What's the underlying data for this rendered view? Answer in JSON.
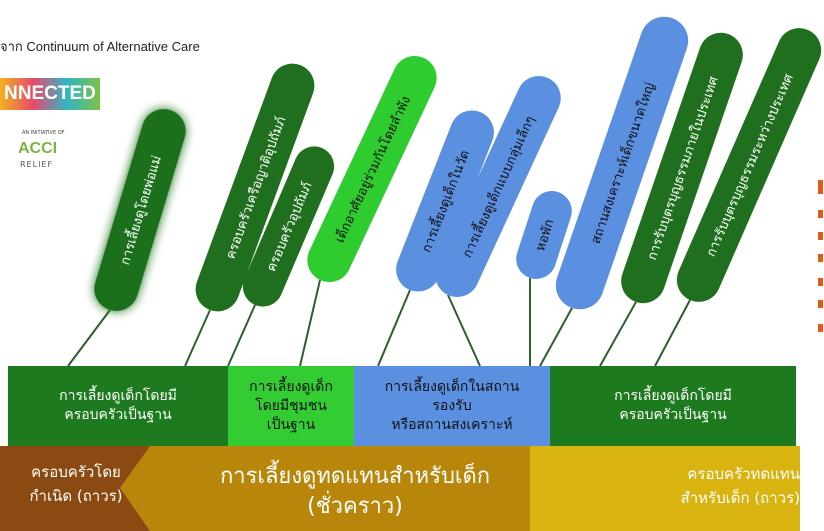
{
  "source_text": "จาก Continuum of Alternative Care",
  "logo": {
    "word": "NNECTED",
    "initiative": "AN INITIATIVE OF",
    "brand": "ACCI",
    "relief": "RELIEF"
  },
  "leaves": [
    {
      "label": "การเลี้ยงดูโดยพ่อแม่",
      "color": "#1f6f1f"
    },
    {
      "label": "ครอบครัวเครือญาติอุปถัมภ์",
      "color": "#1f6f1f"
    },
    {
      "label": "ครอบครัวอุปถัมภ์",
      "color": "#1f6f1f"
    },
    {
      "label": "เด็กอาศัยอยู่ร่วมกันโดยลำพัง",
      "color": "#2ecc2e"
    },
    {
      "label": "การเลี้ยงดูเด็กในวัด",
      "color": "#5b8fe0"
    },
    {
      "label": "การเลี้ยงดูเด็กแบบกลุ่มเล็กๆ",
      "color": "#5b8fe0"
    },
    {
      "label": "หอพัก",
      "color": "#5b8fe0"
    },
    {
      "label": "สถานสงเคราะห์เด็กขนาดใหญ่",
      "color": "#5b8fe0"
    },
    {
      "label": "การรับบุตรบุญธรรมภายในประเทศ",
      "color": "#1f6f1f"
    },
    {
      "label": "การรับบุตรบุญธรรมระหว่างประเทศ",
      "color": "#1f6f1f"
    }
  ],
  "boxes": [
    {
      "line1": "การเลี้ยงดูเด็กโดยมี",
      "line2": "ครอบครัวเป็นฐาน"
    },
    {
      "line1": "การเลี้ยงดูเด็ก",
      "line2": "โดยมีชุมชน",
      "line3": "เป็นฐาน"
    },
    {
      "line1": "การเลี้ยงดูเด็กในสถาน",
      "line2": "รองรับ",
      "line3": "หรือสถานสงเคราะห์"
    },
    {
      "line1": "การเลี้ยงดูเด็กโดยมี",
      "line2": "ครอบครัวเป็นฐาน"
    }
  ],
  "bottom": {
    "left": {
      "line1": "ครอบครัวโดย",
      "line2": "กำเนิด (ถาวร)"
    },
    "middle": {
      "line1": "การเลี้ยงดูทดแทนสำหรับเด็ก",
      "line2": "(ชั่วคราว)"
    },
    "right": {
      "line1": "ครอบครัวทดแทน",
      "line2": "สำหรับเด็ก (ถาวร)"
    }
  },
  "colors": {
    "dark_green": "#1e7a1e",
    "light_green": "#33cc33",
    "blue": "#5b8fe0",
    "brown": "#8a4a12",
    "gold": "#d9b30f"
  }
}
